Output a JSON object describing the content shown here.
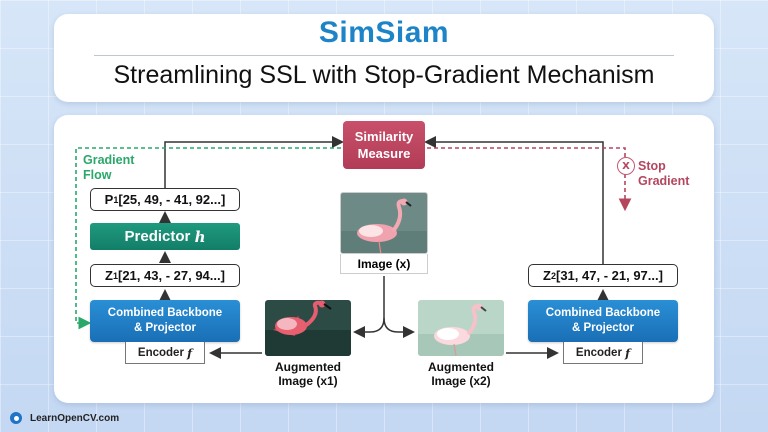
{
  "header": {
    "brand": "SimSiam",
    "title": "Streamlining SSL with Stop-Gradient Mechanism"
  },
  "diagram": {
    "similarity": "Similarity Measure",
    "gradient_flow": "Gradient Flow",
    "stop_gradient": "Stop Gradient",
    "stop_symbol": "X",
    "p1": {
      "name": "P",
      "sub": "1",
      "values": " [25, 49, - 41, 92...]"
    },
    "predictor": {
      "label": "Predictor ",
      "symbol": "h"
    },
    "z1": {
      "name": "Z",
      "sub": "1",
      "values": " [21, 43, - 27, 94...]"
    },
    "z2": {
      "name": "Z",
      "sub": "2",
      "values": " [31, 47, - 21, 97...]"
    },
    "backbone_left": "Combined Backbone & Projector",
    "backbone_right": "Combined Backbone & Projector",
    "encoder_left": {
      "label": "Encoder ",
      "symbol": "f"
    },
    "encoder_right": {
      "label": "Encoder ",
      "symbol": "f"
    },
    "image": "Image (x)",
    "aug1": "Augmented Image (x1)",
    "aug2": "Augmented Image (x2)"
  },
  "footer": {
    "brand": "LearnOpenCV.com"
  },
  "colors": {
    "brand_blue": "#1e84c8",
    "backbone_blue": "#1a6fb6",
    "predictor_green": "#137e67",
    "similarity_red": "#b23c57",
    "gradient_green": "#2aa86a",
    "stop_red": "#b4465e"
  }
}
